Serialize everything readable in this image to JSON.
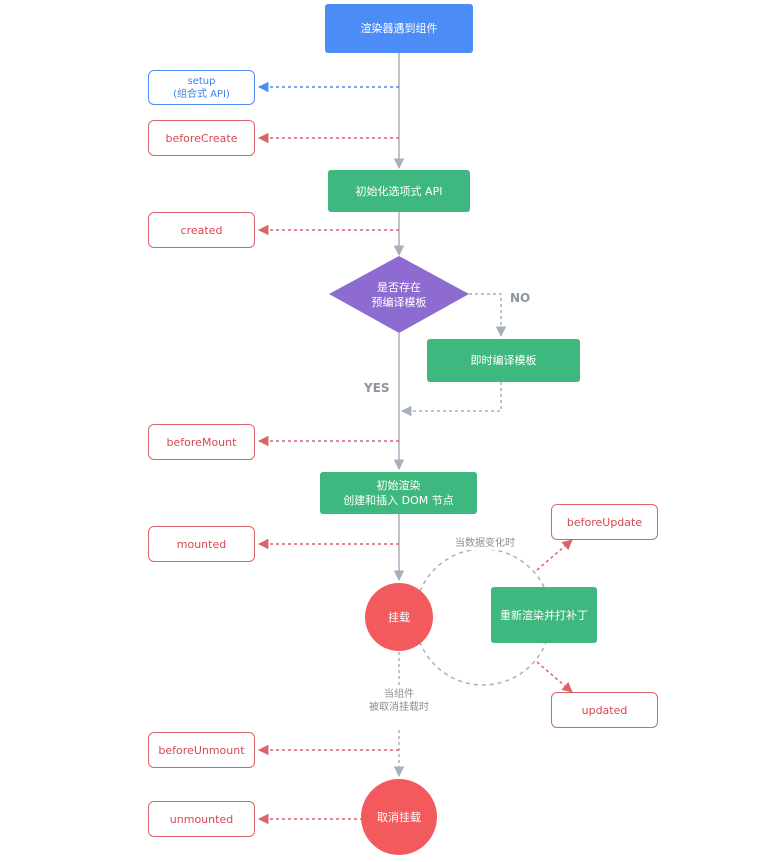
{
  "nodes": {
    "start": "渲染器遇到组件",
    "init_options": "初始化选项式 API",
    "has_template_l1": "是否存在",
    "has_template_l2": "预编译模板",
    "compile_now": "即时编译模板",
    "initial_render_l1": "初始渲染",
    "initial_render_l2": "创建和插入 DOM 节点",
    "mounted_state": "挂载",
    "rerender": "重新渲染并打补丁",
    "unmount": "取消挂载"
  },
  "hooks": {
    "setup_l1": "setup",
    "setup_l2": "(组合式 API)",
    "before_create": "beforeCreate",
    "created": "created",
    "before_mount": "beforeMount",
    "mounted": "mounted",
    "before_update": "beforeUpdate",
    "updated": "updated",
    "before_unmount": "beforeUnmount",
    "unmounted": "unmounted"
  },
  "labels": {
    "yes": "YES",
    "no": "NO",
    "data_changed": "当数据变化时",
    "on_unmount_l1": "当组件",
    "on_unmount_l2": "被取消挂载时"
  },
  "colors": {
    "primary": "#4c8cf6",
    "green": "#3fb87f",
    "purple": "#8e6bd0",
    "red": "#f25a5e",
    "hook_red": "#d9646b",
    "connector": "#a7b0ba"
  }
}
